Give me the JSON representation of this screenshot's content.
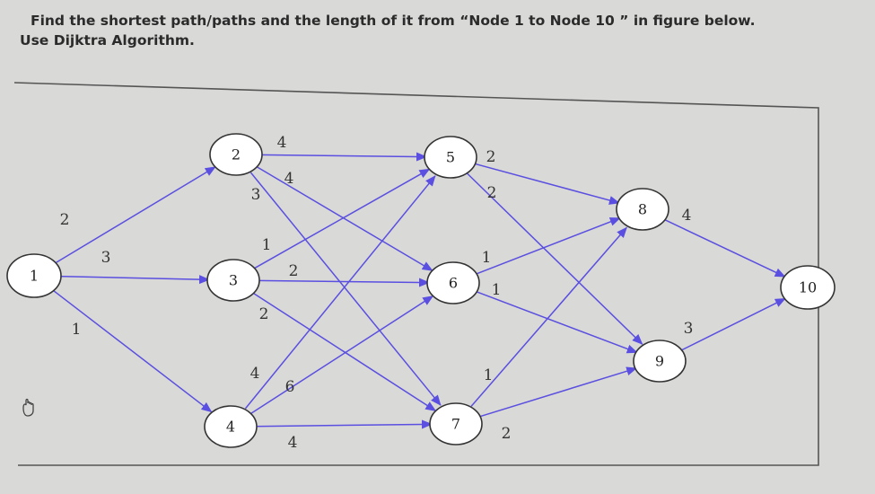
{
  "question": {
    "line1": "Find the shortest path/paths and the length of it from “Node 1 to Node 10 ” in figure below.",
    "line2": "Use Dijktra Algorithm."
  },
  "colors": {
    "edge": "#5a4fe0",
    "node_stroke": "#333333",
    "background": "#d9d9d7"
  },
  "graph": {
    "nodes": [
      {
        "id": "1",
        "label": "1"
      },
      {
        "id": "2",
        "label": "2"
      },
      {
        "id": "3",
        "label": "3"
      },
      {
        "id": "4",
        "label": "4"
      },
      {
        "id": "5",
        "label": "5"
      },
      {
        "id": "6",
        "label": "6"
      },
      {
        "id": "7",
        "label": "7"
      },
      {
        "id": "8",
        "label": "8"
      },
      {
        "id": "9",
        "label": "9"
      },
      {
        "id": "10",
        "label": "10"
      }
    ],
    "edges": [
      {
        "from": "1",
        "to": "2",
        "weight": "2"
      },
      {
        "from": "1",
        "to": "3",
        "weight": "3"
      },
      {
        "from": "1",
        "to": "4",
        "weight": "1"
      },
      {
        "from": "2",
        "to": "5",
        "weight": "4"
      },
      {
        "from": "2",
        "to": "6",
        "weight": "4"
      },
      {
        "from": "2",
        "to": "7",
        "weight": "3"
      },
      {
        "from": "3",
        "to": "5",
        "weight": "1"
      },
      {
        "from": "3",
        "to": "6",
        "weight": "2"
      },
      {
        "from": "3",
        "to": "7",
        "weight": "2"
      },
      {
        "from": "4",
        "to": "5",
        "weight": "4"
      },
      {
        "from": "4",
        "to": "6",
        "weight": "6"
      },
      {
        "from": "4",
        "to": "7",
        "weight": "4"
      },
      {
        "from": "5",
        "to": "8",
        "weight": "2"
      },
      {
        "from": "5",
        "to": "9",
        "weight": "2"
      },
      {
        "from": "6",
        "to": "8",
        "weight": "1"
      },
      {
        "from": "6",
        "to": "9",
        "weight": "1"
      },
      {
        "from": "7",
        "to": "8",
        "weight": "1"
      },
      {
        "from": "7",
        "to": "9",
        "weight": "2"
      },
      {
        "from": "8",
        "to": "10",
        "weight": "4"
      },
      {
        "from": "9",
        "to": "10",
        "weight": "3"
      }
    ]
  },
  "icons": {
    "cursor": "hand-cursor-icon"
  }
}
